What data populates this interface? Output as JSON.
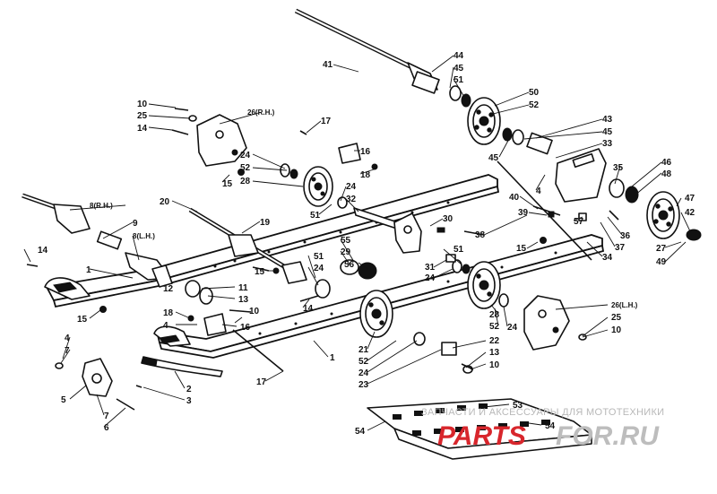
{
  "callouts": {
    "c41": "41",
    "c44": "44",
    "c45a": "45",
    "c51a": "51",
    "c50": "50",
    "c52a": "52",
    "c43": "43",
    "c45b": "45",
    "c33": "33",
    "c45c": "45",
    "c10a": "10",
    "c25a": "25",
    "c14a": "14",
    "c26rh": "26(R.H.)",
    "c17a": "17",
    "c16a": "16",
    "c18a": "18",
    "c24a": "24",
    "c52b": "52",
    "c28a": "28",
    "c24b": "24",
    "c32": "32",
    "c51b": "51",
    "c15a": "15",
    "c8rh": "8(R.H.)",
    "c9": "9",
    "c8lh": "8(L.H.)",
    "c20": "20",
    "c19": "19",
    "c30": "30",
    "c4a": "4",
    "c40": "40",
    "c39": "39",
    "c57": "57",
    "c35": "35",
    "c46": "46",
    "c48": "48",
    "c47": "47",
    "c42": "42",
    "c36": "36",
    "c37": "37",
    "c27": "27",
    "c49": "49",
    "c34": "34",
    "c38": "38",
    "c15b": "15",
    "c14b": "14",
    "c1a": "1",
    "c15c": "15",
    "c55": "55",
    "c29": "29",
    "c56": "56",
    "c51c": "51",
    "c24c": "24",
    "c31": "31",
    "c24d": "24",
    "c51d": "51",
    "c15d": "15",
    "c12": "12",
    "c11": "11",
    "c13a": "13",
    "c10b": "10",
    "c14c": "14",
    "c18b": "18",
    "c4b": "4",
    "c16b": "16",
    "c28b": "28",
    "c52c": "52",
    "c24e": "24",
    "c26lh": "26(L.H.)",
    "c25b": "25",
    "c10c": "10",
    "c4c": "4",
    "c7a": "7",
    "c5": "5",
    "c7b": "7",
    "c6": "6",
    "c2": "2",
    "c3": "3",
    "c17b": "17",
    "c1b": "1",
    "c21": "21",
    "c52d": "52",
    "c24f": "24",
    "c23": "23",
    "c22": "22",
    "c13b": "13",
    "c10d": "10",
    "c53": "53",
    "c54a": "54",
    "c54b": "54"
  },
  "watermark": {
    "text": "ЗАПЧАСТИ И АКСЕССУАРЫ ДЛЯ МОТОТЕХНИКИ",
    "logo_a": "PARTS",
    "logo_b": "FOR.RU"
  }
}
